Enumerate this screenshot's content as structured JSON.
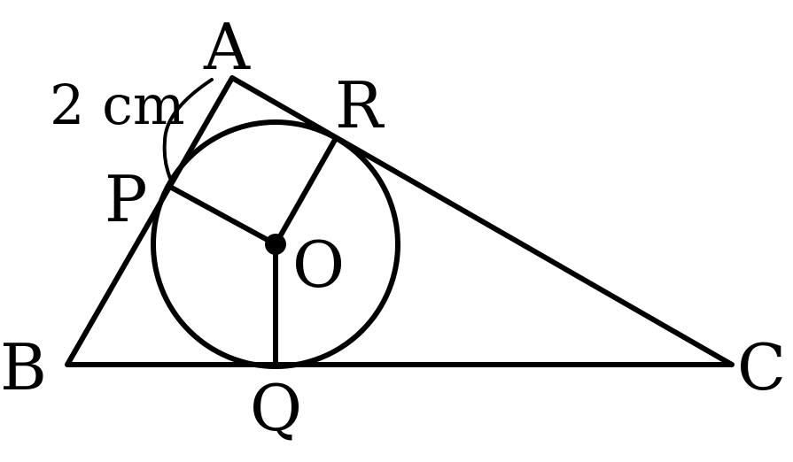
{
  "figure": {
    "vertices": {
      "A": "A",
      "B": "B",
      "C": "C"
    },
    "tangent_points": {
      "P": "P",
      "Q": "Q",
      "R": "R"
    },
    "center": "O",
    "measurement": "2 cm",
    "colors": {
      "stroke": "#000000",
      "background": "#ffffff"
    }
  }
}
